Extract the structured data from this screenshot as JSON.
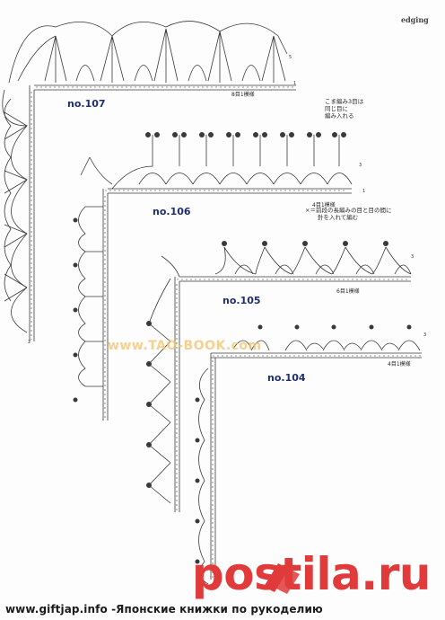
{
  "header": {
    "title": "edging"
  },
  "patterns": [
    {
      "label": "no.107",
      "repeat": "8目1模様"
    },
    {
      "label": "no.106",
      "repeat": "4目1模様"
    },
    {
      "label": "no.105",
      "repeat": "6目1模様"
    },
    {
      "label": "no.104",
      "repeat": "4目1模様"
    }
  ],
  "notes": {
    "n106_top": [
      "こま編み3目は",
      "同じ目に",
      "編み入れる"
    ],
    "n106_bottom": [
      "×＝前段の長編みの目と目の間に",
      "針を入れて編む"
    ]
  },
  "row_numbers": {
    "r1": "1",
    "r2": "2",
    "r3": "3",
    "r5": "5"
  },
  "watermark": "www.TAO-BOOK.com",
  "footer": {
    "text": "www.giftjap.info -Японские книжки по рукоделию"
  },
  "brand": {
    "name": "postila.ru",
    "color": "#e03a3a"
  },
  "colors": {
    "diagram": "#3a3a3a",
    "label": "#1f2f73",
    "watermark": "#f1c36b"
  }
}
